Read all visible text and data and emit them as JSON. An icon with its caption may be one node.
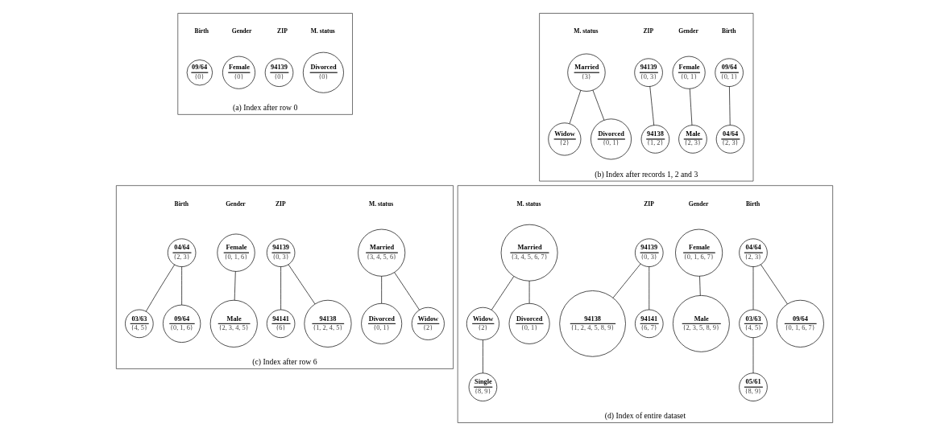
{
  "diagram": {
    "nodes": [
      {
        "text": [
          "(a) Index after row 0"
        ]
      },
      {
        "text": [
          "09/64",
          "{0}"
        ],
        "in": 0
      },
      {
        "text": [
          "Female",
          "{0}"
        ],
        "in": 0
      },
      {
        "text": [
          "94139",
          "{0}"
        ],
        "in": 0
      },
      {
        "text": [
          "Divorced",
          "{0}"
        ],
        "in": 0
      },
      {
        "text": [
          "(b) Index after records 1, 2 and 3"
        ]
      },
      {
        "text": [
          "09/64",
          "{0, 1}"
        ],
        "in": 5
      },
      {
        "text": [
          "04/64",
          "{2, 3}"
        ],
        "in": 5
      },
      {
        "text": [
          "Female",
          "{0, 1}"
        ],
        "in": 5
      },
      {
        "text": [
          "Male",
          "{2, 3}"
        ],
        "in": 5
      },
      {
        "text": [
          "94139",
          "{0, 3}"
        ],
        "in": 5
      },
      {
        "text": [
          "94138",
          "{1, 2}"
        ],
        "in": 5
      },
      {
        "text": [
          "Married",
          "{3}"
        ],
        "in": 5
      },
      {
        "text": [
          "Widow",
          "{2}"
        ],
        "in": 5
      },
      {
        "text": [
          "Divorced",
          "{0, 1}"
        ],
        "in": 5
      },
      {
        "text": [
          "(c) Index after row 6"
        ]
      },
      {
        "text": [
          "04/64",
          "{2, 3}"
        ],
        "in": 15
      },
      {
        "text": [
          "03/63",
          "{4, 5}"
        ],
        "in": 15
      },
      {
        "text": [
          "09/64",
          "{0, 1, 6}"
        ],
        "in": 15
      },
      {
        "text": [
          "Female",
          "{0, 1, 6}"
        ],
        "in": 15
      },
      {
        "text": [
          "Male",
          "{2, 3, 4, 5}"
        ],
        "in": 15
      },
      {
        "text": [
          "94139",
          "{0, 3}"
        ],
        "in": 15
      },
      {
        "text": [
          "94138",
          "{1, 2, 4, 5}"
        ],
        "in": 15
      },
      {
        "text": [
          "94141",
          "{6}"
        ],
        "in": 15
      },
      {
        "text": [
          "Married",
          "{3, 4, 5, 6}"
        ],
        "in": 15
      },
      {
        "text": [
          "Widow",
          "{2}"
        ],
        "in": 15
      },
      {
        "text": [
          "Divorced",
          "{0, 1}"
        ],
        "in": 15
      },
      {
        "text": [
          "(d) Index of entire dataset"
        ]
      },
      {
        "text": [
          "04/64",
          "{2, 3}"
        ],
        "in": 27
      },
      {
        "text": [
          "03/63",
          "{4, 5}"
        ],
        "in": 27
      },
      {
        "text": [
          "09/64",
          "{0, 1, 6, 7}"
        ],
        "in": 27
      },
      {
        "text": [
          "05/61",
          "{8, 9}"
        ],
        "in": 27
      },
      {
        "text": [
          "Female",
          "{0, 1, 6, 7}"
        ],
        "in": 27
      },
      {
        "text": [
          "Male",
          "{2, 3, 5, 8, 9}"
        ],
        "in": 27
      },
      {
        "text": [
          "94139",
          "{0, 3}"
        ],
        "in": 27
      },
      {
        "text": [
          "94138",
          "{1, 2, 4, 5, 8, 9}"
        ],
        "in": 27
      },
      {
        "text": [
          "94141",
          "{6, 7}"
        ],
        "in": 27
      },
      {
        "text": [
          "Married",
          "{3, 4, 5, 6, 7}"
        ],
        "in": 27
      },
      {
        "text": [
          "Widow",
          "{2}"
        ],
        "in": 27
      },
      {
        "text": [
          "Divorced",
          "{0, 1}"
        ],
        "in": 27
      },
      {
        "text": [
          "Single",
          "{8, 9}"
        ],
        "in": 27
      }
    ],
    "edges": [
      {
        "from": 6,
        "to": 7,
        "arrow": "none"
      },
      {
        "from": 8,
        "to": 9,
        "arrow": "none"
      },
      {
        "from": 10,
        "to": 11,
        "arrow": "none"
      },
      {
        "from": 12,
        "to": 13,
        "arrow": "none"
      },
      {
        "from": 12,
        "to": 14,
        "arrow": "none"
      },
      {
        "from": 16,
        "to": 17,
        "arrow": "none"
      },
      {
        "from": 16,
        "to": 18,
        "arrow": "none"
      },
      {
        "from": 19,
        "to": 20,
        "arrow": "none"
      },
      {
        "from": 21,
        "to": 22,
        "arrow": "none"
      },
      {
        "from": 21,
        "to": 23,
        "arrow": "none"
      },
      {
        "from": 24,
        "to": 25,
        "arrow": "none"
      },
      {
        "from": 24,
        "to": 26,
        "arrow": "none"
      },
      {
        "from": 28,
        "to": 29,
        "arrow": "none"
      },
      {
        "from": 28,
        "to": 30,
        "arrow": "none"
      },
      {
        "from": 29,
        "to": 31,
        "arrow": "none"
      },
      {
        "from": 32,
        "to": 33,
        "arrow": "none"
      },
      {
        "from": 34,
        "to": 35,
        "arrow": "none"
      },
      {
        "from": 34,
        "to": 36,
        "arrow": "none"
      },
      {
        "from": 37,
        "to": 38,
        "arrow": "none"
      },
      {
        "from": 37,
        "to": 39,
        "arrow": "none"
      },
      {
        "from": 38,
        "to": 40,
        "arrow": "none"
      }
    ],
    "labels": [
      "Birth",
      "Gender",
      "ZIP",
      "M. status",
      "Birth",
      "Gender",
      "ZIP",
      "M. status",
      "Birth",
      "Gender",
      "ZIP",
      "M. status",
      "Birth",
      "Gender",
      "ZIP",
      "M. status"
    ]
  }
}
